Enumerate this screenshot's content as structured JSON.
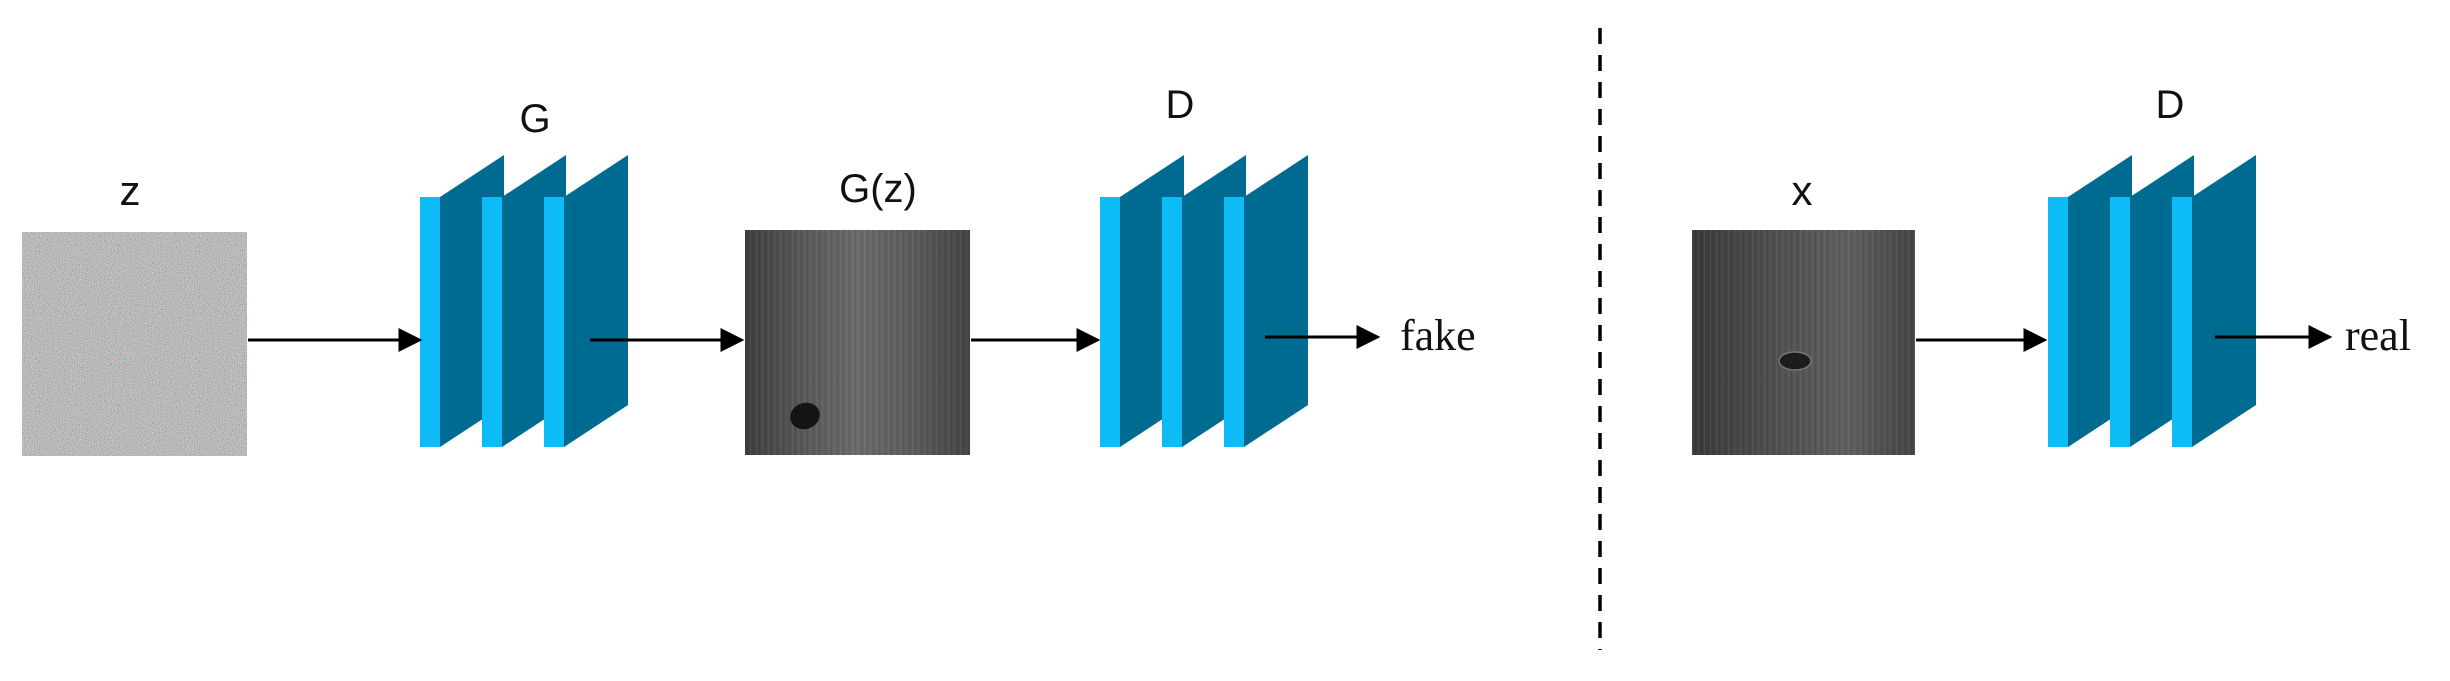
{
  "labels": {
    "z": "z",
    "generator": "G",
    "generated": "G(z)",
    "discriminator_left": "D",
    "fake": "fake",
    "x": "x",
    "discriminator_right": "D",
    "real": "real"
  },
  "colors": {
    "layer_front": "#006b91",
    "layer_side": "#0dbbf6",
    "arrow": "#000000",
    "divider": "#000000",
    "image_dark": "#4a4a4a"
  }
}
